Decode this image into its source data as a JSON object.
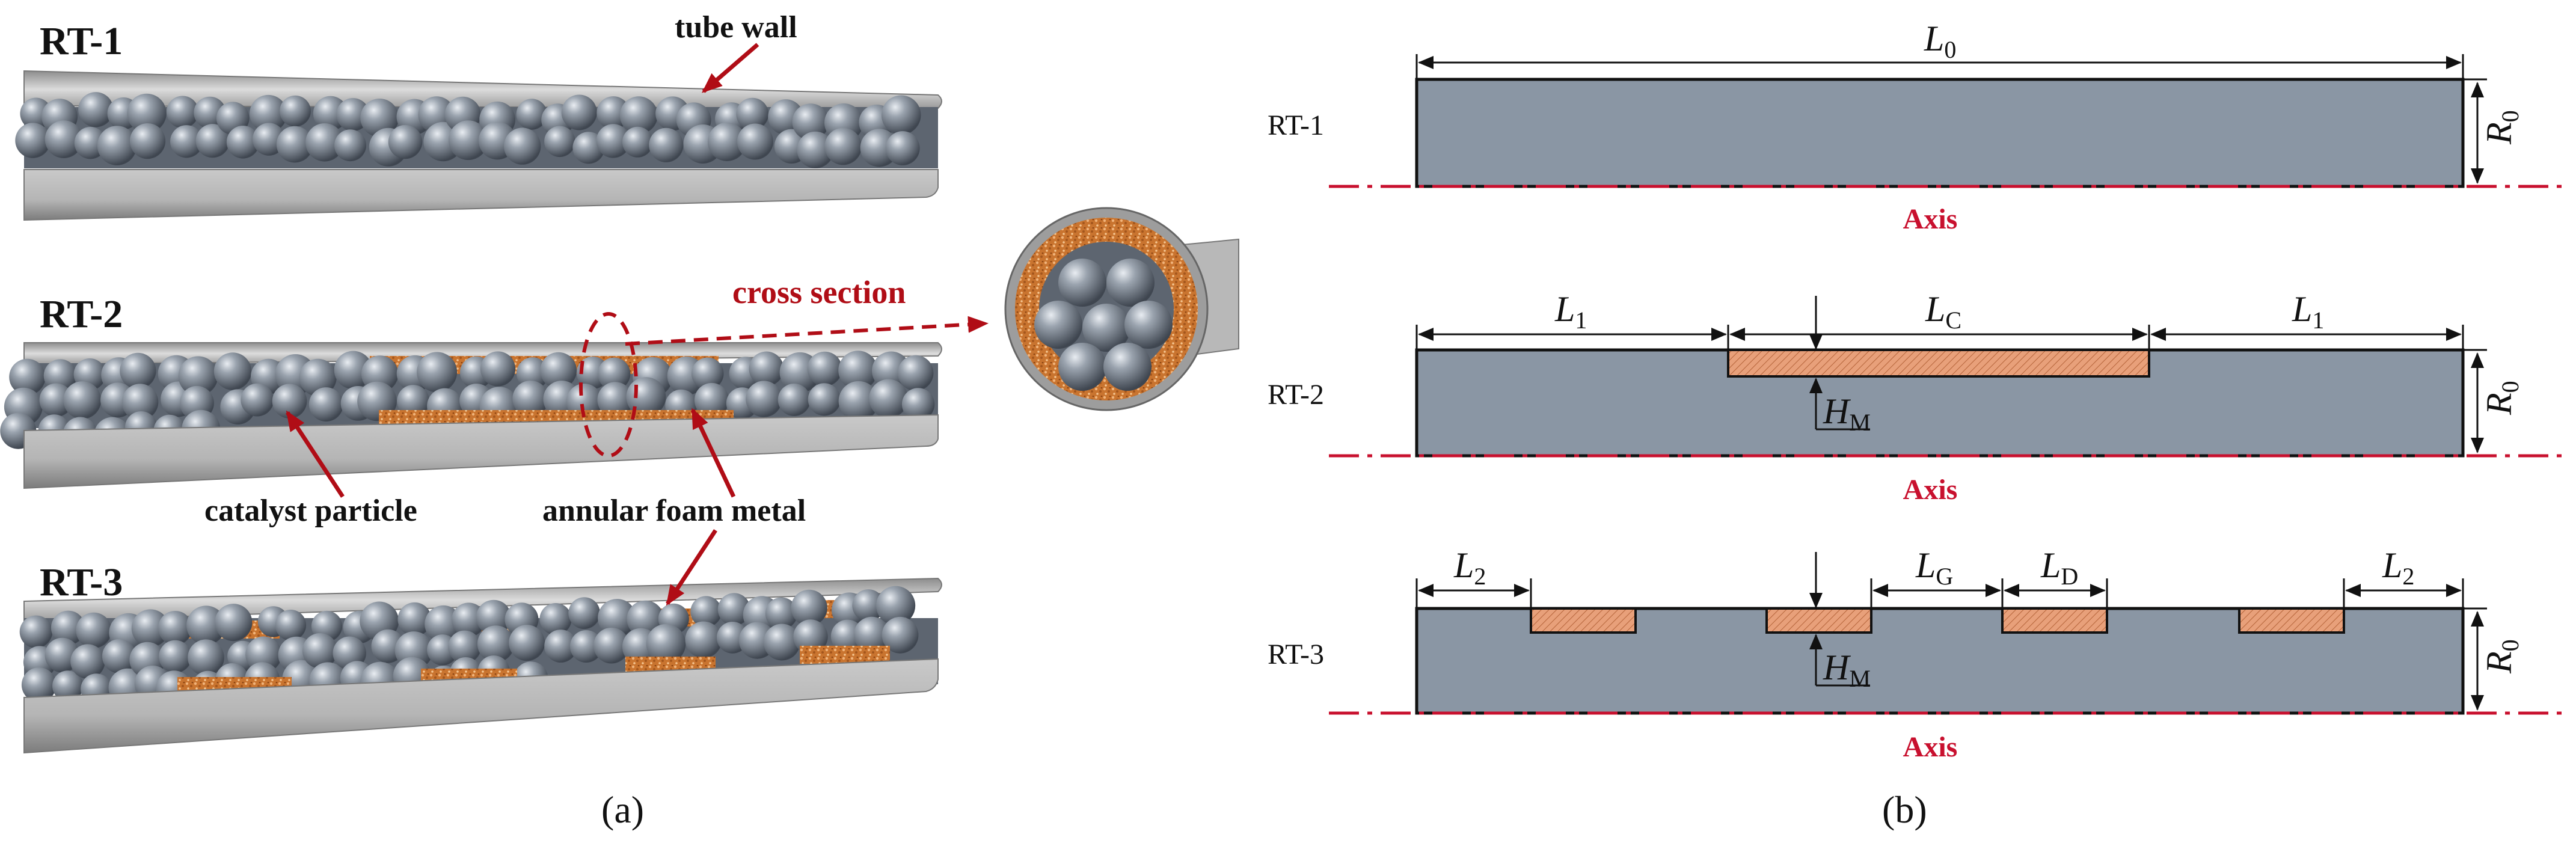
{
  "panel_a": {
    "rows": [
      "RT-1",
      "RT-2",
      "RT-3"
    ],
    "annotations": {
      "tube_wall": "tube wall",
      "cross_section": "cross section",
      "catalyst_particle": "catalyst particle",
      "annular_foam_metal": "annular foam metal"
    },
    "caption": "(a)"
  },
  "panel_b": {
    "rows": [
      "RT-1",
      "RT-2",
      "RT-3"
    ],
    "axis_label": "Axis",
    "symbols": {
      "L0": {
        "main": "L",
        "sub": "0"
      },
      "R0": {
        "main": "R",
        "sub": "0"
      },
      "L1": {
        "main": "L",
        "sub": "1"
      },
      "LC": {
        "main": "L",
        "sub": "C"
      },
      "HM": {
        "main": "H",
        "sub": "M"
      },
      "L2": {
        "main": "L",
        "sub": "2"
      },
      "LG": {
        "main": "L",
        "sub": "G"
      },
      "LD": {
        "main": "L",
        "sub": "D"
      }
    },
    "caption": "(b)"
  },
  "colors": {
    "domain_gray": "#8a96a4",
    "foam_orange": "#e8a07a",
    "axis_red": "#c8102e",
    "arrow_red": "#b00d16",
    "particle": "#7c8694",
    "tube_gray": "#a9a9a9"
  }
}
